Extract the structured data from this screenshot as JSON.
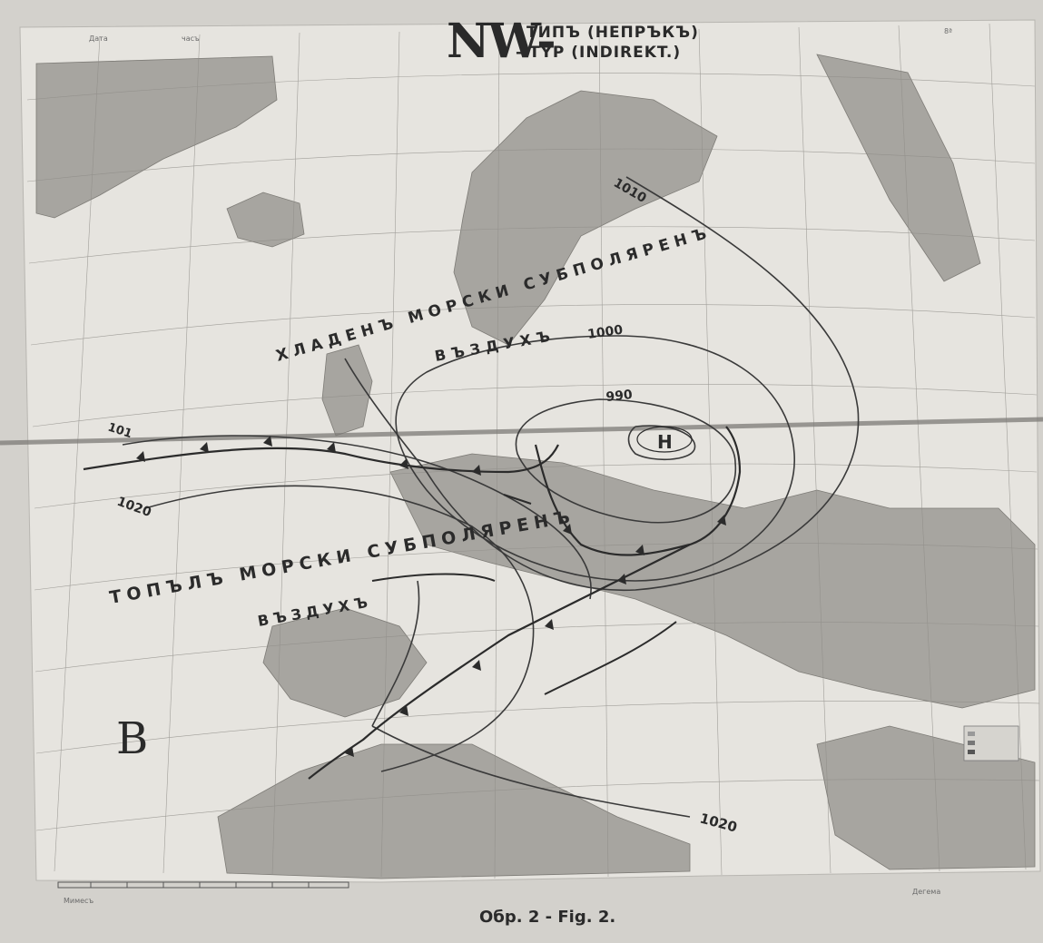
{
  "map": {
    "title": {
      "main": "NW-",
      "line1": "ТИПЪ (НЕПРЪКЪ)",
      "line2": "- TYP (INDIREKT.)"
    },
    "corner_labels": {
      "top_left_data": "Дата",
      "top_left_time": "часъ",
      "top_right_number": "8ª",
      "bottom_left": "Мимесъ",
      "bottom_right": "Дегема"
    },
    "air_masses": {
      "cold_line1": "ХЛАДЕНЪ МОРСКИ СУБПОЛЯРЕНЪ",
      "cold_line2": "ВЪЗДУХЪ",
      "warm_line1": "ТОПЪЛЪ МОРСКИ СУБПОЛЯРЕНЪ",
      "warm_line2": "ВЪЗДУХЪ"
    },
    "pressure_centers": {
      "low": "Н",
      "high": "В"
    },
    "isobars": {
      "i1010_top": "1010",
      "i1000": "1000",
      "i990": "990",
      "i1010_left": "101",
      "i1020_left": "1020",
      "i1020_bottom": "1020"
    },
    "caption": "Обр. 2 - Fig. 2.",
    "colors": {
      "paper": "#e4e2dd",
      "land": "#a9a7a2",
      "ink": "#2b2b2b",
      "grid": "#8f8d88"
    }
  }
}
